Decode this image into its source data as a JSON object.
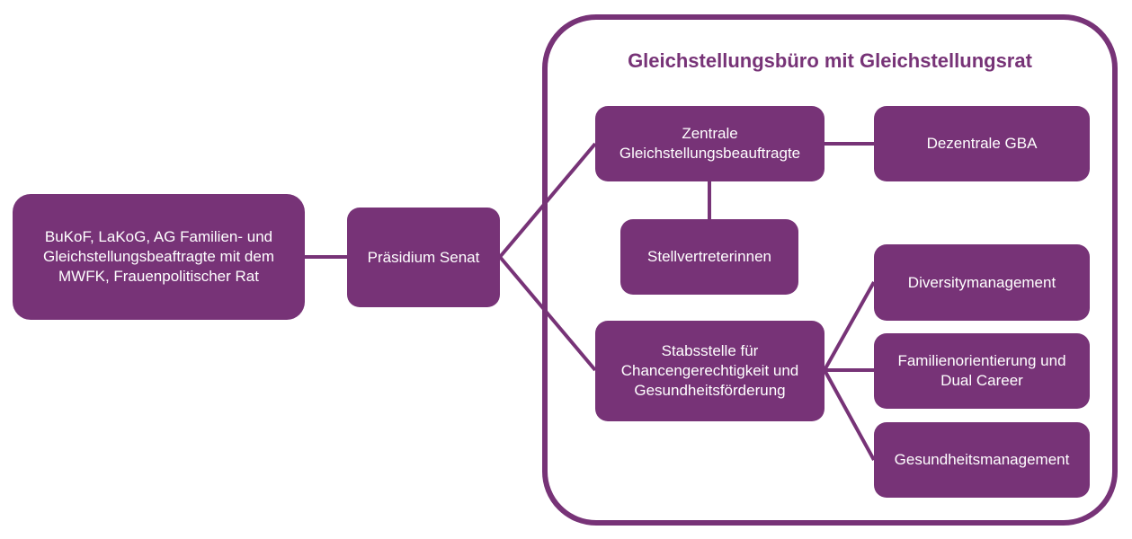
{
  "colors": {
    "accent": "#773377",
    "text": "#ffffff"
  },
  "group_title": "Gleichstellungsbüro mit Gleichstellungsrat",
  "nodes": {
    "external": "BuKoF, LaKoG, AG Familien- und Gleichstellungsbeaftragte mit dem MWFK, Frauenpolitischer Rat",
    "praesidium": "Präsidium Senat",
    "zentrale": "Zentrale Gleichstellungsbeauftragte",
    "dezentrale": "Dezentrale GBA",
    "stellvertreterinnen": "Stellvertreterinnen",
    "stabsstelle": "Stabsstelle für Chancengerechtigkeit und Gesundheitsförderung",
    "diversity": "Diversitymanagement",
    "familien": "Familienorientierung und Dual Career",
    "gesundheit": "Gesundheitsmanagement"
  }
}
